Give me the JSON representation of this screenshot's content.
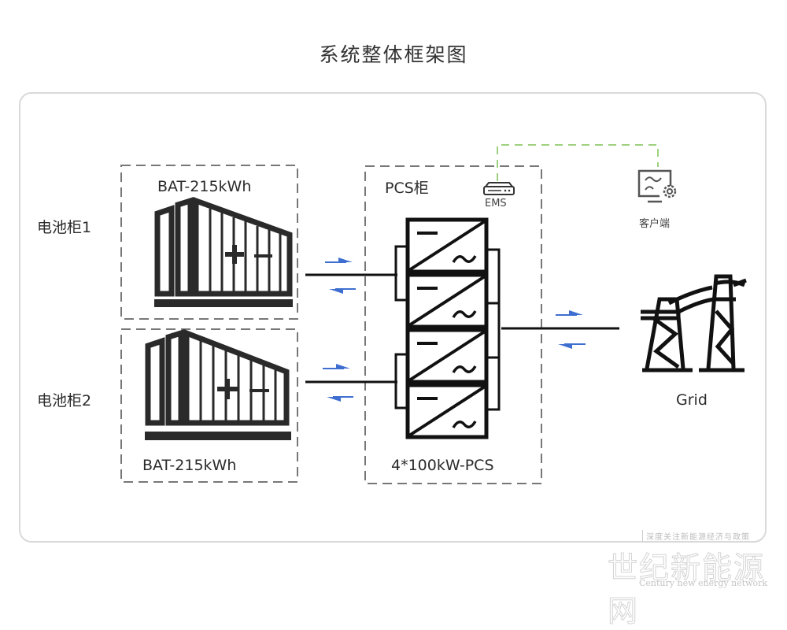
{
  "title": "系统整体框架图",
  "battery_cabinets": [
    {
      "label": "电池柜1",
      "capacity": "BAT-215kWh"
    },
    {
      "label": "电池柜2",
      "capacity": "BAT-215kWh"
    }
  ],
  "pcs_cabinet": {
    "label": "PCS柜",
    "rating": "4*100kW-PCS",
    "converter_count": 4
  },
  "ems": {
    "label": "EMS"
  },
  "client": {
    "label": "客户端"
  },
  "grid": {
    "label": "Grid"
  },
  "colors": {
    "line": "#111111",
    "dashed_border": "#777777",
    "arrows": "#3e6fd0",
    "comm_link": "#9ed17f",
    "frame": "#d9d9d9"
  },
  "watermark": {
    "subtitle": "深度关注新能源经济与政策",
    "name": "世纪新能源网",
    "english": "Century new energy network"
  }
}
